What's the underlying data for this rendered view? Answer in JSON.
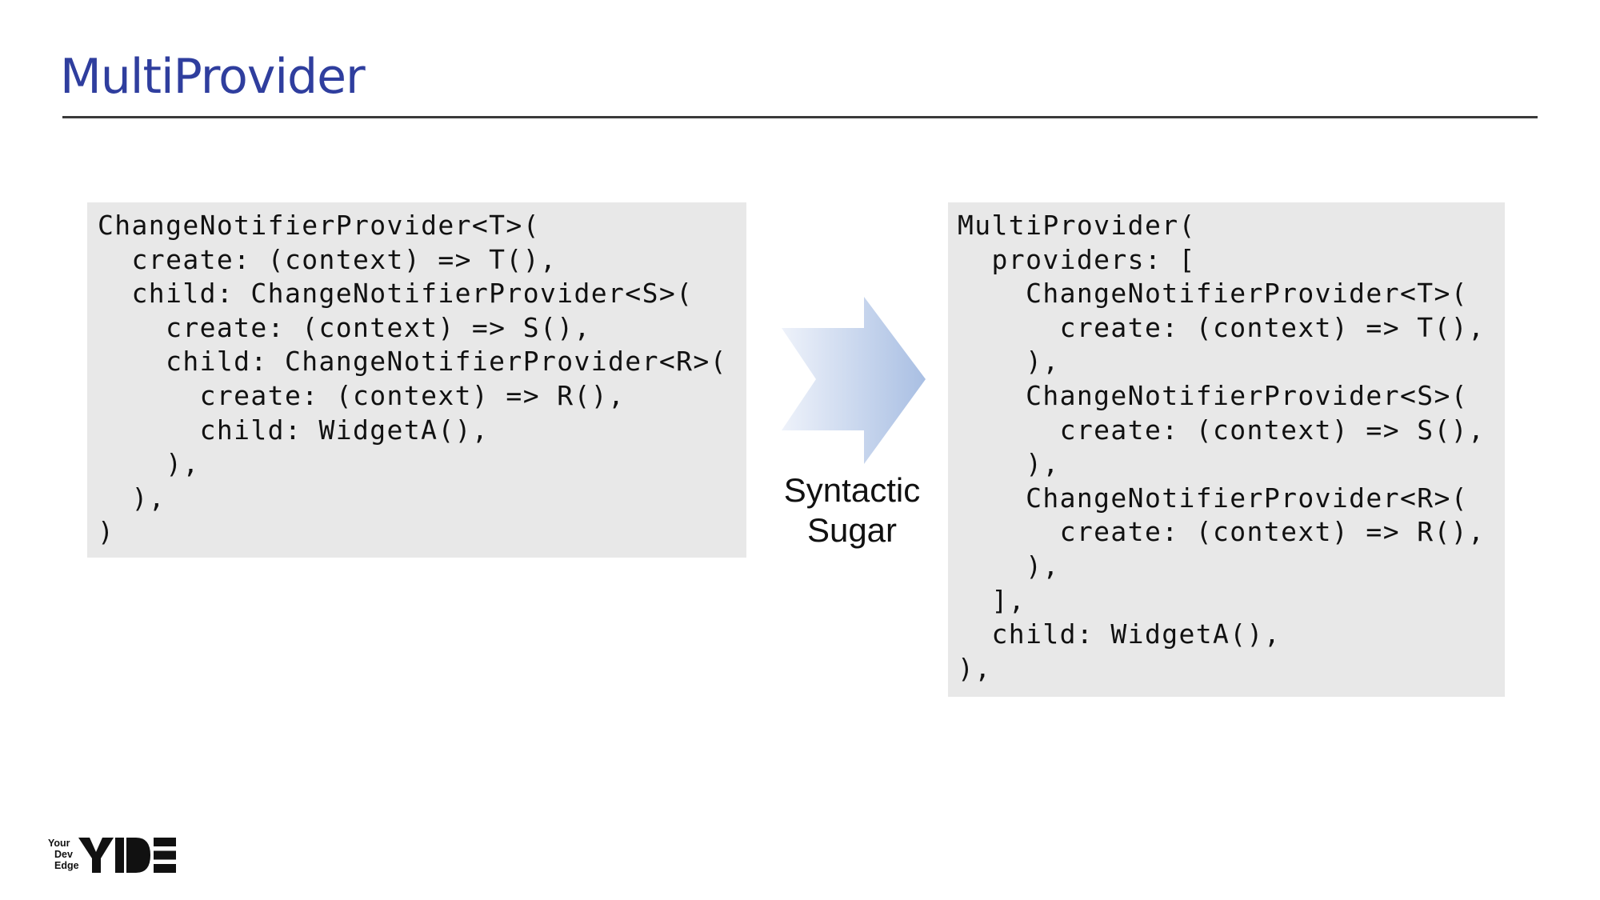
{
  "slide": {
    "title": "MultiProvider",
    "accent_color": "#2f3e9e"
  },
  "left_code": {
    "lines": [
      "ChangeNotifierProvider<T>(",
      "  create: (context) => T(),",
      "  child: ChangeNotifierProvider<S>(",
      "    create: (context) => S(),",
      "    child: ChangeNotifierProvider<R>(",
      "      create: (context) => R(),",
      "      child: WidgetA(),",
      "    ),",
      "  ),",
      ")"
    ]
  },
  "arrow": {
    "icon": "right-chevron-arrow-icon",
    "caption_line1": "Syntactic",
    "caption_line2": "Sugar",
    "gradient_start": "#eef2fa",
    "gradient_end": "#a9bfe3"
  },
  "right_code": {
    "lines": [
      "MultiProvider(",
      "  providers: [",
      "    ChangeNotifierProvider<T>(",
      "      create: (context) => T(),",
      "    ),",
      "    ChangeNotifierProvider<S>(",
      "      create: (context) => S(),",
      "    ),",
      "    ChangeNotifierProvider<R>(",
      "      create: (context) => R(),",
      "    ),",
      "  ],",
      "  child: WidgetA(),",
      "),"
    ]
  },
  "logo": {
    "line1": "Your",
    "line2": "Dev",
    "line3": "Edge",
    "mark": "YIDE"
  }
}
